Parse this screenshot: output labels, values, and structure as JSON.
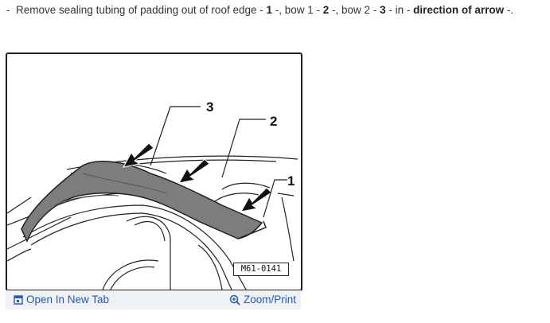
{
  "instruction": {
    "bullet": "-",
    "segments": [
      {
        "text": "Remove sealing tubing of padding out of roof edge - ",
        "bold": false
      },
      {
        "text": "1",
        "bold": true
      },
      {
        "text": " -, bow 1 - ",
        "bold": false
      },
      {
        "text": "2",
        "bold": true
      },
      {
        "text": " -, bow 2 - ",
        "bold": false
      },
      {
        "text": "3",
        "bold": true
      },
      {
        "text": " - in - ",
        "bold": false
      },
      {
        "text": "direction of arrow",
        "bold": true
      },
      {
        "text": " -.",
        "bold": false
      }
    ]
  },
  "figure": {
    "callouts": [
      "1",
      "2",
      "3"
    ],
    "figure_id": "M61-0141"
  },
  "actions": {
    "open_new_tab": "Open In New Tab",
    "zoom_print": "Zoom/Print",
    "open_icon": "new-tab-icon",
    "zoom_icon": "magnifier-plus-icon"
  }
}
